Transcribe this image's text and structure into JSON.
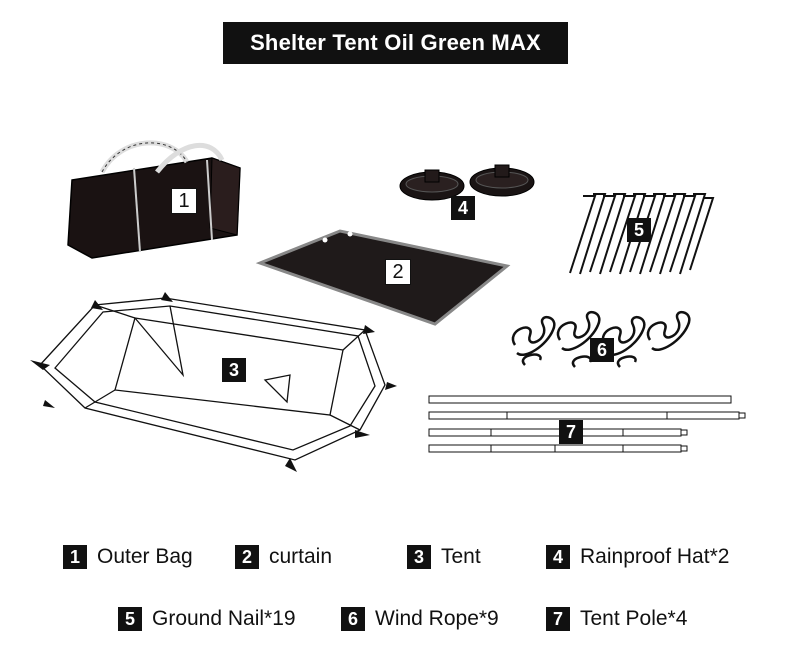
{
  "title": "Shelter Tent Oil Green MAX",
  "items": [
    {
      "num": "1",
      "label": "Outer Bag",
      "icon": "outer-bag-icon"
    },
    {
      "num": "2",
      "label": "curtain",
      "icon": "curtain-icon"
    },
    {
      "num": "3",
      "label": "Tent",
      "icon": "tent-icon"
    },
    {
      "num": "4",
      "label": "Rainproof Hat*2",
      "icon": "rainproof-hat-icon"
    },
    {
      "num": "5",
      "label": "Ground Nail*19",
      "icon": "ground-nail-icon"
    },
    {
      "num": "6",
      "label": "Wind Rope*9",
      "icon": "wind-rope-icon"
    },
    {
      "num": "7",
      "label": "Tent Pole*4",
      "icon": "tent-pole-icon"
    }
  ]
}
